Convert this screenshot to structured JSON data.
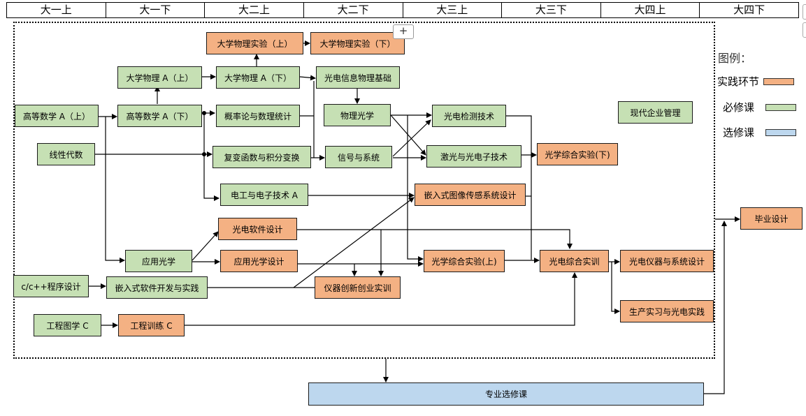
{
  "semesters": [
    "大一上",
    "大一下",
    "大二上",
    "大二下",
    "大三上",
    "大三下",
    "大四上",
    "大四下"
  ],
  "legend": {
    "title": "图例：",
    "items": [
      {
        "label": "实践环节",
        "type": "practice",
        "color": "#f4b183"
      },
      {
        "label": "必修课",
        "type": "required",
        "color": "#c6e0b4"
      },
      {
        "label": "选修课",
        "type": "elective",
        "color": "#bdd7ee"
      }
    ]
  },
  "colors": {
    "required": "#c6e0b4",
    "practice": "#f4b183",
    "elective": "#bdd7ee"
  },
  "toolbar": {
    "expand_icon": "plus-icon",
    "expand_label": "+"
  },
  "courses": {
    "gdsx_a_up": {
      "label": "高等数学 A（上）",
      "type": "required"
    },
    "gdsx_a_down": {
      "label": "高等数学 A（下）",
      "type": "required"
    },
    "xxds": {
      "label": "线性代数",
      "type": "required"
    },
    "dxwl_a_up": {
      "label": "大学物理 A（上）",
      "type": "required"
    },
    "dxwl_a_down": {
      "label": "大学物理 A（下）",
      "type": "required"
    },
    "dxwlsy_up": {
      "label": "大学物理实验（上）",
      "type": "practice"
    },
    "dxwlsy_down": {
      "label": "大学物理实验（下）",
      "type": "practice"
    },
    "gllsl": {
      "label": "概率论与数理统计",
      "type": "required"
    },
    "fbhs": {
      "label": "复变函数与积分变换",
      "type": "required"
    },
    "dgdz_a": {
      "label": "电工与电子技术 A",
      "type": "required"
    },
    "gdxxwl": {
      "label": "光电信息物理基础",
      "type": "required"
    },
    "wlgx": {
      "label": "物理光学",
      "type": "required"
    },
    "xhxt": {
      "label": "信号与系统",
      "type": "required"
    },
    "gdjc": {
      "label": "光电检测技术",
      "type": "required"
    },
    "jgdz": {
      "label": "激光与光电子技术",
      "type": "required"
    },
    "gxzhsy_down": {
      "label": "光学综合实验(下)",
      "type": "practice"
    },
    "qrstx": {
      "label": "嵌入式图像传感系统设计",
      "type": "practice"
    },
    "xdqygl": {
      "label": "现代企业管理",
      "type": "required"
    },
    "gdrj": {
      "label": "光电软件设计",
      "type": "practice"
    },
    "yygx": {
      "label": "应用光学",
      "type": "required"
    },
    "yygxsj": {
      "label": "应用光学设计",
      "type": "practice"
    },
    "gxzhsy_up": {
      "label": "光学综合实验(上)",
      "type": "practice"
    },
    "gdzhsx": {
      "label": "光电综合实训",
      "type": "practice"
    },
    "gdyq": {
      "label": "光电仪器与系统设计",
      "type": "practice"
    },
    "scsx": {
      "label": "生产实习与光电实践",
      "type": "practice"
    },
    "cpp": {
      "label": "c/c++程序设计",
      "type": "required"
    },
    "qrsrj": {
      "label": "嵌入式软件开发与实践",
      "type": "required"
    },
    "yqcx": {
      "label": "仪器创新创业实训",
      "type": "practice"
    },
    "gctx": {
      "label": "工程图学 C",
      "type": "required"
    },
    "gcxl": {
      "label": "工程训练 C",
      "type": "practice"
    },
    "byjs": {
      "label": "毕业设计",
      "type": "practice"
    },
    "zyxx": {
      "label": "专业选修课",
      "type": "elective"
    }
  }
}
